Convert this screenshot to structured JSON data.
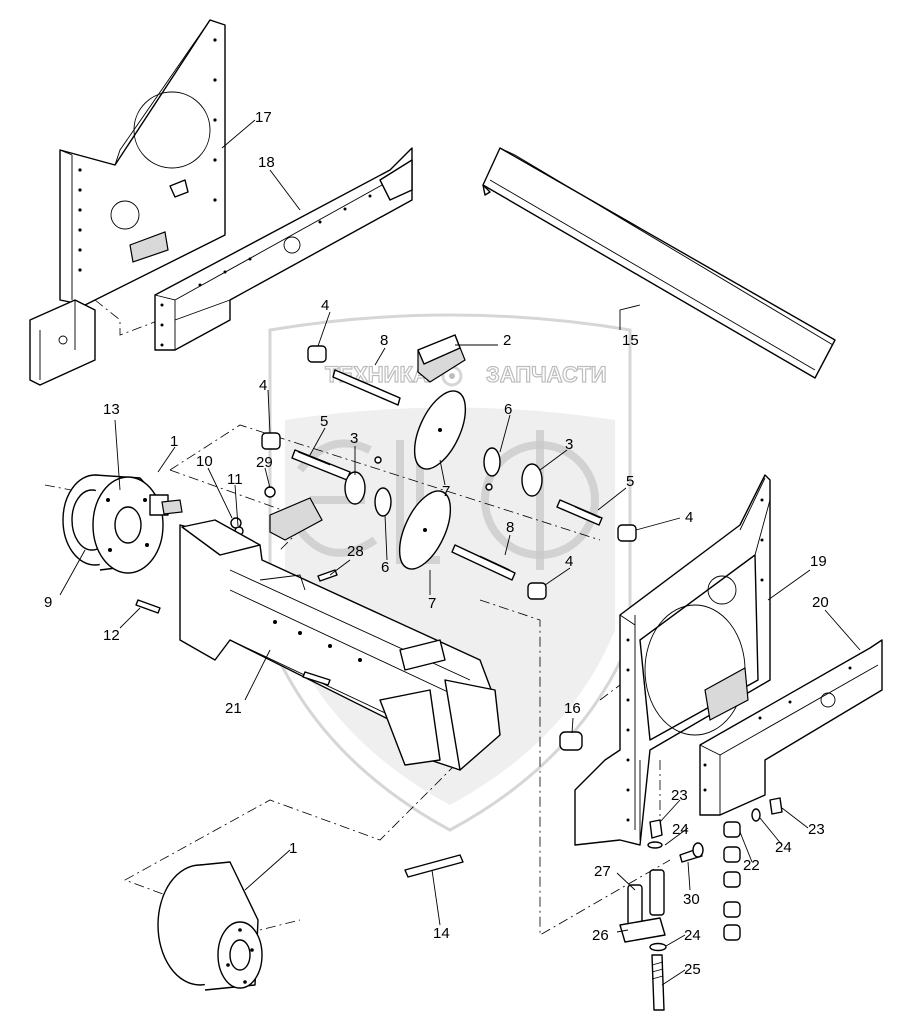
{
  "watermark": {
    "left_text": "ТЕХНИКА",
    "right_text": "ЗАПЧАСТИ"
  },
  "callouts": {
    "c1a": "1",
    "c1b": "1",
    "c2": "2",
    "c3a": "3",
    "c3b": "3",
    "c4a": "4",
    "c4b": "4",
    "c4c": "4",
    "c4d": "4",
    "c5a": "5",
    "c5b": "5",
    "c6a": "6",
    "c6b": "6",
    "c7a": "7",
    "c7b": "7",
    "c8a": "8",
    "c8b": "8",
    "c9": "9",
    "c10": "10",
    "c11": "11",
    "c12": "12",
    "c13": "13",
    "c14": "14",
    "c15": "15",
    "c16": "16",
    "c17": "17",
    "c18": "18",
    "c19": "19",
    "c20": "20",
    "c21": "21",
    "c22": "22",
    "c23a": "23",
    "c23b": "23",
    "c24a": "24",
    "c24b": "24",
    "c24c": "24",
    "c25": "25",
    "c26": "26",
    "c27": "27",
    "c28": "28",
    "c29": "29",
    "c30": "30"
  }
}
